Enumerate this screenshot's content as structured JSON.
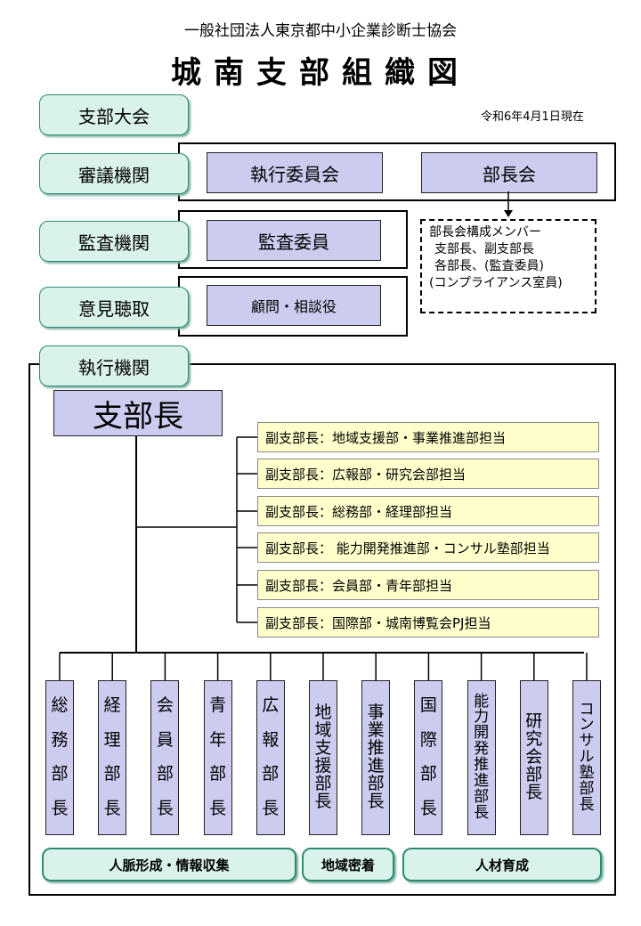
{
  "header": {
    "organization": "一般社団法人東京都中小企業診断士協会",
    "title": "城南支部組織図",
    "date": "令和6年4月1日現在"
  },
  "bodies": {
    "general_assembly": "支部大会",
    "deliberative": "審議機関",
    "audit": "監査機関",
    "advisory": "意見聴取",
    "executive": "執行機関"
  },
  "units": {
    "executive_committee": "執行委員会",
    "directors_meeting": "部長会",
    "auditor": "監査委員",
    "advisors": "顧問・相談役"
  },
  "members_note": {
    "lines": [
      "部長会構成メンバー",
      "支部長、副支部長",
      "各部長、(監査委員)",
      "(コンプライアンス室員)"
    ]
  },
  "branch_head": "支部長",
  "vice_heads": [
    "副支部長：地域支援部・事業推進部担当",
    "副支部長：広報部・研究会部担当",
    "副支部長：総務部・経理部担当",
    "副支部長： 能力開発推進部・コンサル塾部担当",
    "副支部長：会員部・青年部担当",
    "副支部長：国際部・城南博覧会PJ担当"
  ],
  "departments": [
    "総務部長",
    "経理部長",
    "会員部長",
    "青年部長",
    "広報部長",
    "地域支援部長",
    "事業推進部長",
    "国際部長",
    "能力開発推進部長",
    "研究会部長",
    "コンサル塾部長"
  ],
  "groups": [
    "人脈形成・情報収集",
    "地域密着",
    "人材育成"
  ]
}
